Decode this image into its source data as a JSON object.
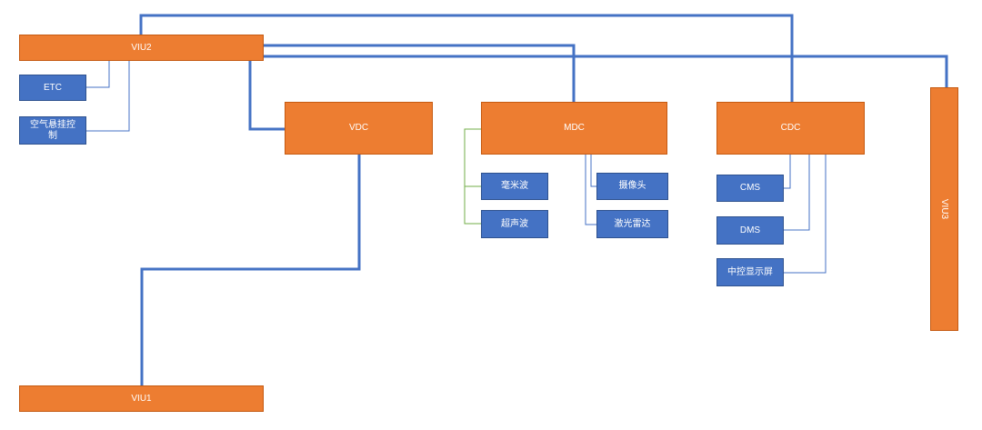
{
  "nodes": {
    "viu2": "VIU2",
    "viu1": "VIU1",
    "viu3": "VIU3",
    "vdc": "VDC",
    "mdc": "MDC",
    "cdc": "CDC",
    "etc": "ETC",
    "air_suspension": "空气悬挂控制",
    "mmwave_radar": "毫米波",
    "ultrasonic": "超声波",
    "camera": "摄像头",
    "lidar": "激光雷达",
    "cms": "CMS",
    "dms": "DMS",
    "center_display": "中控显示屏"
  },
  "colors": {
    "controller": "#ed7d31",
    "device": "#4472c4",
    "backbone": "#4472c4",
    "mdc_link": "#70ad47"
  }
}
